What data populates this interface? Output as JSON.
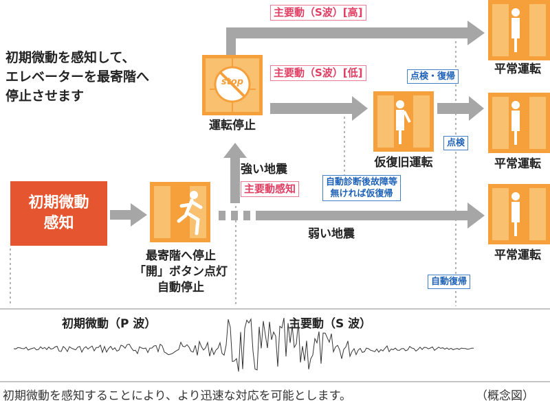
{
  "intro_text": [
    "初期微動を感知して、",
    "エレベーターを最寄階へ",
    "停止させます"
  ],
  "detect_box": [
    "初期微動",
    "感知"
  ],
  "nearest_stop_label": [
    "最寄階へ停止",
    "「開」ボタン点灯",
    "自動停止"
  ],
  "operation_stop_label": "運転停止",
  "stop_sign_text": "stop",
  "strong_quake_label": "強い地震",
  "main_motion_detect_tag": "主要動感知",
  "weak_quake_label": "弱い地震",
  "s_wave_high_tag": "主要動（S波）[高]",
  "s_wave_low_tag": "主要動（S波）[低]",
  "temp_restore_label": "仮復旧運転",
  "auto_diag_tag": [
    "自動診断後故障等",
    "無ければ仮復帰"
  ],
  "inspect_restore_tag": "点検・復帰",
  "inspect_tag": "点検",
  "auto_restore_tag": "自動復帰",
  "normal_operation_labels": [
    "平常運転",
    "平常運転",
    "平常運転"
  ],
  "phases": {
    "p_wave": "初期微動（P 波）",
    "s_wave": "主要動（S 波）"
  },
  "caption": "初期微動を感知することにより、より迅速な対応を可能とします。",
  "caption_note": "（概念図）",
  "colors": {
    "orange": "#f5a03b",
    "orange_light": "#f8c06f",
    "red_box": "#e5552f",
    "arrow_gray": "#a6a6a6",
    "pink": "#e03d63",
    "blue": "#1e62b8"
  }
}
